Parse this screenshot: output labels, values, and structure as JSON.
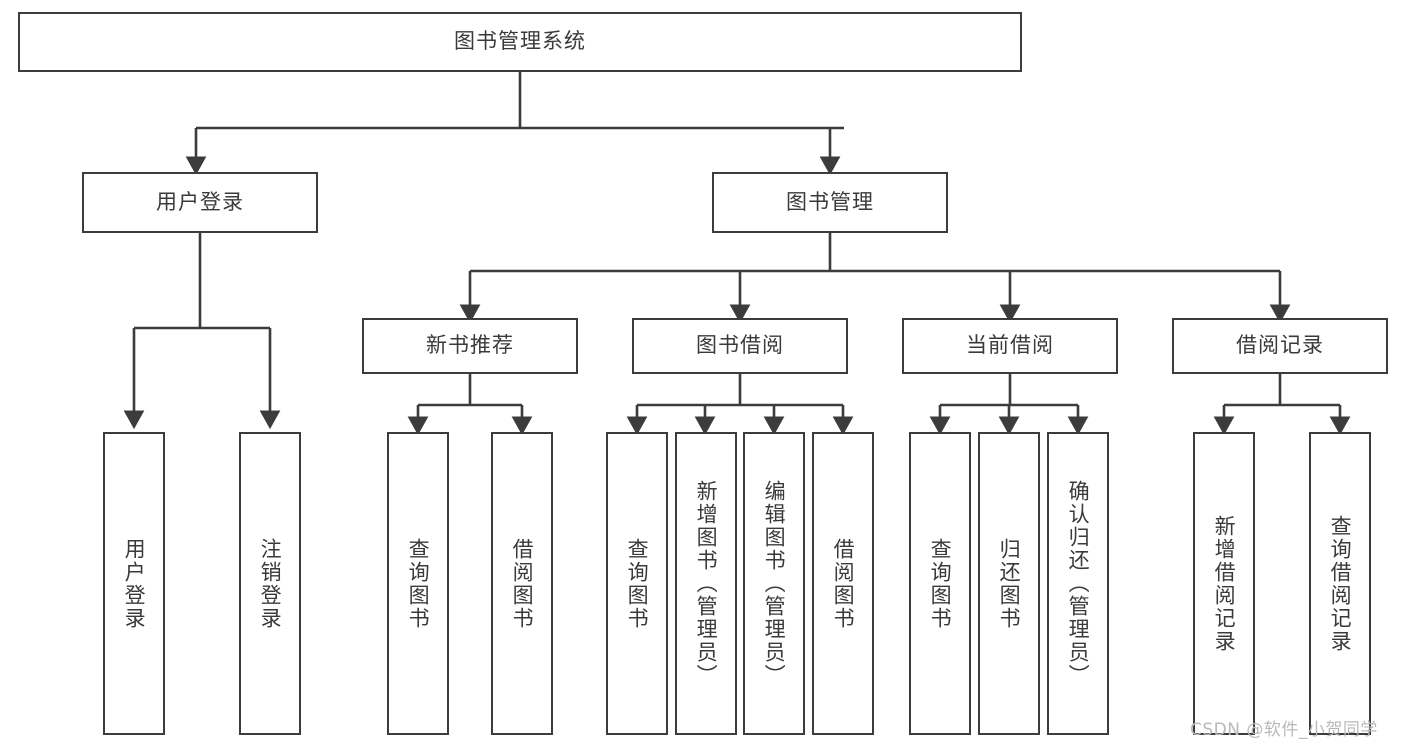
{
  "diagram": {
    "title": "图书管理系统",
    "type": "hierarchy-tree",
    "style": {
      "line_color": "#3c3c3c",
      "box_fill": "#ffffff",
      "text_color": "#3a3a3a",
      "background": "#ffffff",
      "watermark_color": "#b9b9b9"
    },
    "levels": {
      "root": "图书管理系统",
      "level2": [
        "用户登录",
        "图书管理"
      ],
      "level3": [
        "新书推荐",
        "图书借阅",
        "当前借阅",
        "借阅记录"
      ]
    },
    "nodes": {
      "root": {
        "label": "图书管理系统",
        "orientation": "horizontal"
      },
      "user_login": {
        "label": "用户登录",
        "orientation": "horizontal"
      },
      "book_manage": {
        "label": "图书管理",
        "orientation": "horizontal"
      },
      "new_book_rec": {
        "label": "新书推荐",
        "orientation": "horizontal"
      },
      "book_borrow": {
        "label": "图书借阅",
        "orientation": "horizontal"
      },
      "current_borrow": {
        "label": "当前借阅",
        "orientation": "horizontal"
      },
      "borrow_record": {
        "label": "借阅记录",
        "orientation": "horizontal"
      },
      "leaf_user_login": {
        "label": "用户登录",
        "orientation": "vertical"
      },
      "leaf_logout": {
        "label": "注销登录",
        "orientation": "vertical"
      },
      "leaf_query_book_1": {
        "label": "查询图书",
        "orientation": "vertical"
      },
      "leaf_borrow_book_1": {
        "label": "借阅图书",
        "orientation": "vertical"
      },
      "leaf_query_book_2": {
        "label": "查询图书",
        "orientation": "vertical"
      },
      "leaf_add_book": {
        "label": "新增图书（管理员）",
        "orientation": "vertical"
      },
      "leaf_edit_book": {
        "label": "编辑图书（管理员）",
        "orientation": "vertical"
      },
      "leaf_borrow_book_2": {
        "label": "借阅图书",
        "orientation": "vertical"
      },
      "leaf_query_book_3": {
        "label": "查询图书",
        "orientation": "vertical"
      },
      "leaf_return_book": {
        "label": "归还图书",
        "orientation": "vertical"
      },
      "leaf_confirm_return": {
        "label": "确认归还（管理员）",
        "orientation": "vertical"
      },
      "leaf_add_record": {
        "label": "新增借阅记录",
        "orientation": "vertical"
      },
      "leaf_query_record": {
        "label": "查询借阅记录",
        "orientation": "vertical"
      }
    },
    "edges": [
      {
        "from": "图书管理系统",
        "to": "用户登录"
      },
      {
        "from": "图书管理系统",
        "to": "图书管理"
      },
      {
        "from": "用户登录",
        "to": "用户登录"
      },
      {
        "from": "用户登录",
        "to": "注销登录"
      },
      {
        "from": "图书管理",
        "to": "新书推荐"
      },
      {
        "from": "图书管理",
        "to": "图书借阅"
      },
      {
        "from": "图书管理",
        "to": "当前借阅"
      },
      {
        "from": "图书管理",
        "to": "借阅记录"
      },
      {
        "from": "新书推荐",
        "to": "查询图书"
      },
      {
        "from": "新书推荐",
        "to": "借阅图书"
      },
      {
        "from": "图书借阅",
        "to": "查询图书"
      },
      {
        "from": "图书借阅",
        "to": "新增图书（管理员）"
      },
      {
        "from": "图书借阅",
        "to": "编辑图书（管理员）"
      },
      {
        "from": "图书借阅",
        "to": "借阅图书"
      },
      {
        "from": "当前借阅",
        "to": "查询图书"
      },
      {
        "from": "当前借阅",
        "to": "归还图书"
      },
      {
        "from": "当前借阅",
        "to": "确认归还（管理员）"
      },
      {
        "from": "借阅记录",
        "to": "新增借阅记录"
      },
      {
        "from": "借阅记录",
        "to": "查询借阅记录"
      }
    ]
  },
  "watermark": {
    "text": "CSDN @软件_小贺同学"
  }
}
